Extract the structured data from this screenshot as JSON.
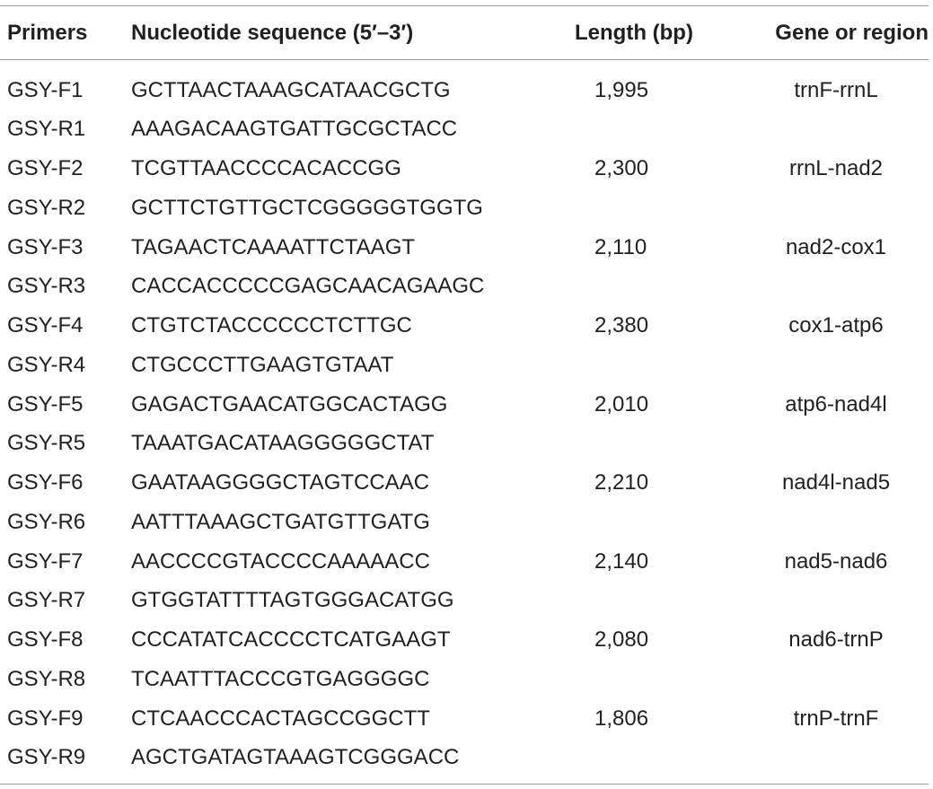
{
  "headers": {
    "primers": "Primers",
    "sequence": "Nucleotide sequence (5′–3′)",
    "length": "Length (bp)",
    "gene": "Gene or region"
  },
  "rows": [
    {
      "primer": "GSY-F1",
      "sequence": "GCTTAACTAAAGCATAACGCTG",
      "length": "1,995",
      "gene": "trnF-rrnL"
    },
    {
      "primer": "GSY-R1",
      "sequence": "AAAGACAAGTGATTGCGCTACC",
      "length": "",
      "gene": ""
    },
    {
      "primer": "GSY-F2",
      "sequence": "TCGTTAACCCCACACCGG",
      "length": "2,300",
      "gene": "rrnL-nad2"
    },
    {
      "primer": "GSY-R2",
      "sequence": "GCTTCTGTTGCTCGGGGGTGGTG",
      "length": "",
      "gene": ""
    },
    {
      "primer": "GSY-F3",
      "sequence": "TAGAACTCAAAATTCTAAGT",
      "length": "2,110",
      "gene": "nad2-cox1"
    },
    {
      "primer": "GSY-R3",
      "sequence": "CACCACCCCCGAGCAACAGAAGC",
      "length": "",
      "gene": ""
    },
    {
      "primer": "GSY-F4",
      "sequence": "CTGTCTACCCCCCTCTTGC",
      "length": "2,380",
      "gene": "cox1-atp6"
    },
    {
      "primer": "GSY-R4",
      "sequence": "CTGCCCTTGAAGTGTAAT",
      "length": "",
      "gene": ""
    },
    {
      "primer": "GSY-F5",
      "sequence": "GAGACTGAACATGGCACTAGG",
      "length": "2,010",
      "gene": "atp6-nad4l"
    },
    {
      "primer": "GSY-R5",
      "sequence": "TAAATGACATAAGGGGGCTAT",
      "length": "",
      "gene": ""
    },
    {
      "primer": "GSY-F6",
      "sequence": "GAATAAGGGGCTAGTCCAAC",
      "length": "2,210",
      "gene": "nad4l-nad5"
    },
    {
      "primer": "GSY-R6",
      "sequence": "AATTTAAAGCTGATGTTGATG",
      "length": "",
      "gene": ""
    },
    {
      "primer": "GSY-F7",
      "sequence": "AACCCCGTACCCCAAAAACC",
      "length": "2,140",
      "gene": "nad5-nad6"
    },
    {
      "primer": "GSY-R7",
      "sequence": "GTGGTATTTTAGTGGGACATGG",
      "length": "",
      "gene": ""
    },
    {
      "primer": "GSY-F8",
      "sequence": "CCCATATCACCCCTCATGAAGT",
      "length": "2,080",
      "gene": "nad6-trnP"
    },
    {
      "primer": "GSY-R8",
      "sequence": "TCAATTTACCCGTGAGGGGC",
      "length": "",
      "gene": ""
    },
    {
      "primer": "GSY-F9",
      "sequence": "CTCAACCCACTAGCCGGCTT",
      "length": "1,806",
      "gene": "trnP-trnF"
    },
    {
      "primer": "GSY-R9",
      "sequence": "AGCTGATAGTAAAGTCGGGACC",
      "length": "",
      "gene": ""
    }
  ]
}
